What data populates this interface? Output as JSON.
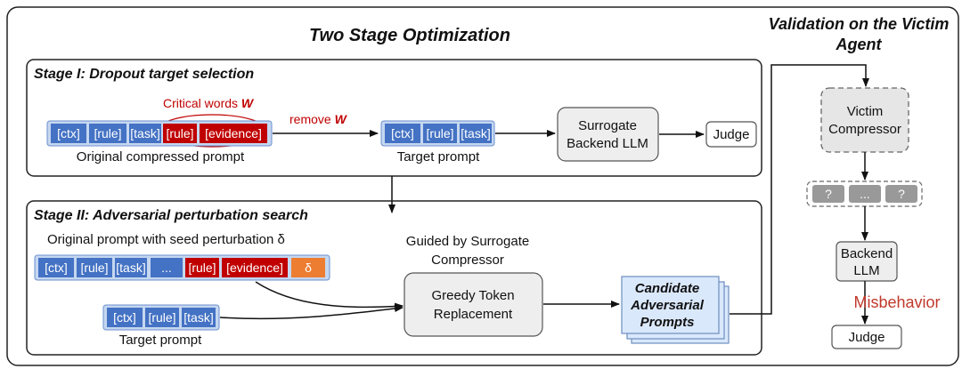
{
  "titles": {
    "main": "Two Stage Optimization",
    "validation_line1": "Validation on the Victim",
    "validation_line2": "Agent",
    "stage1": "Stage I: Dropout target selection",
    "stage2": "Stage II: Adversarial perturbation search"
  },
  "stage1": {
    "critical_words": "Critical words ",
    "critical_symbol": "W",
    "remove_label": "remove ",
    "remove_symbol": "W",
    "original_tokens": [
      "[ctx]",
      "[rule]",
      "[task]",
      "[rule]",
      "[evidence]"
    ],
    "original_caption": "Original compressed prompt",
    "target_tokens": [
      "[ctx]",
      "[rule]",
      "[task]"
    ],
    "target_caption": "Target  prompt",
    "surrogate_line1": "Surrogate",
    "surrogate_line2": "Backend LLM",
    "judge": "Judge"
  },
  "stage2": {
    "seed_caption": "Original prompt with seed perturbation δ",
    "seed_tokens": [
      "[ctx]",
      "[rule]",
      "[task]",
      "...",
      "[rule]",
      "[evidence]",
      "δ"
    ],
    "target_tokens": [
      "[ctx]",
      "[rule]",
      "[task]"
    ],
    "target_caption": "Target prompt",
    "guided_line1": "Guided by Surrogate",
    "guided_line2": "Compressor",
    "greedy_line1": "Greedy Token",
    "greedy_line2": "Replacement",
    "candidate_line1": "Candidate",
    "candidate_line2": "Adversarial",
    "candidate_line3": "Prompts"
  },
  "validation": {
    "victim_line1": "Victim",
    "victim_line2": "Compressor",
    "unknown_tokens": [
      "?",
      "...",
      "?"
    ],
    "backend_line1": "Backend",
    "backend_line2": "LLM",
    "misbehavior": "Misbehavior",
    "judge": "Judge"
  },
  "colors": {
    "token_blue": "#4472c4",
    "token_red": "#c00000",
    "token_orange": "#ed7d31",
    "critical_red": "#c00000",
    "misbehavior_red": "#c0392b",
    "candidate_fill": "#dae8fc"
  }
}
